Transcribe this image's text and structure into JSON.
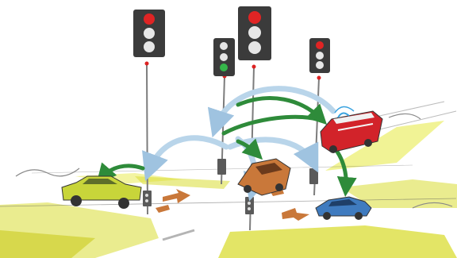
{
  "illustration": {
    "colors": {
      "road_yellow": "#d9dc33",
      "road_yellow_light": "#eef07a",
      "pole": "#8a8a8a",
      "light_housing": "#3b3b3b",
      "signal_red": "#e02424",
      "signal_green": "#35b64a",
      "signal_off": "#e6e6e6",
      "arrow_blue": "#b9d5ea",
      "arrow_green": "#2e8b3a",
      "arrow_orange": "#c9783a",
      "car_yellow": "#c8d53a",
      "car_blue": "#3f7bbf",
      "car_orange": "#c9783a",
      "fire_truck": "#d2232a"
    },
    "traffic_lights": [
      {
        "name": "left",
        "lit": "red"
      },
      {
        "name": "center-small",
        "lit": "green"
      },
      {
        "name": "center-large",
        "lit": "red"
      },
      {
        "name": "right",
        "lit": "red"
      }
    ],
    "vehicles": [
      {
        "name": "yellow-car",
        "icon": "car-icon"
      },
      {
        "name": "orange-car",
        "icon": "car-icon"
      },
      {
        "name": "blue-car",
        "icon": "car-icon"
      },
      {
        "name": "fire-truck",
        "icon": "fire-truck-icon"
      }
    ]
  }
}
